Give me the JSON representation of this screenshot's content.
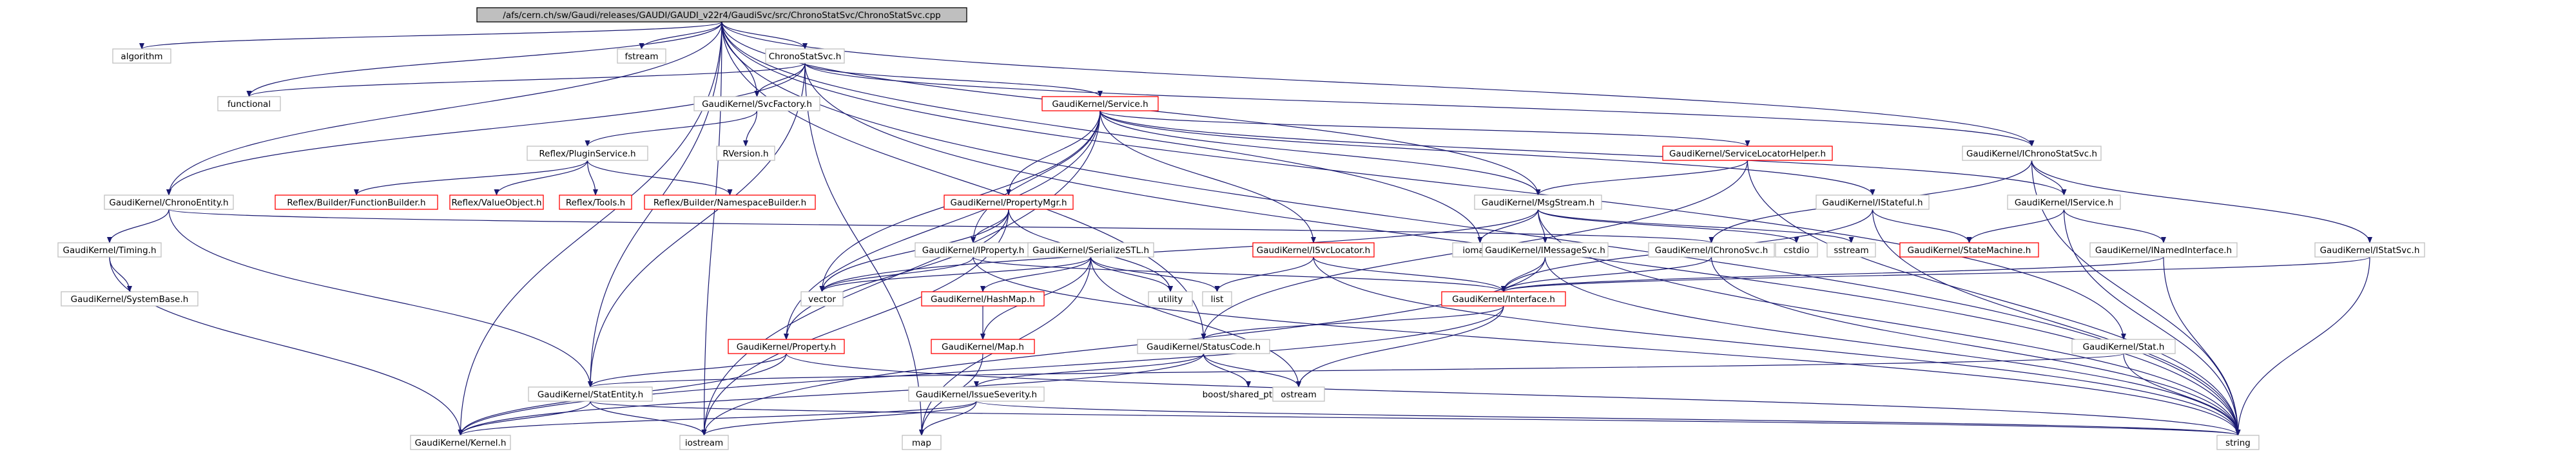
{
  "colors": {
    "edge": "#191970",
    "node_border": "#bfbfbf",
    "missing_border": "#ff0000",
    "root_fill": "#bfbfbf",
    "root_border": "#000000"
  },
  "nodes": [
    {
      "id": "root",
      "label": "/afs/cern.ch/sw/Gaudi/releases/GAUDI/GAUDI_v22r4/GaudiSvc/src/ChronoStatSvc/ChronoStatSvc.cpp",
      "kind": "root"
    },
    {
      "id": "algorithm",
      "label": "algorithm"
    },
    {
      "id": "fstream",
      "label": "fstream"
    },
    {
      "id": "chronostatsvc_h",
      "label": "ChronoStatSvc.h"
    },
    {
      "id": "functional",
      "label": "functional"
    },
    {
      "id": "svcfactory",
      "label": "GaudiKernel/SvcFactory.h"
    },
    {
      "id": "service",
      "label": "GaudiKernel/Service.h",
      "kind": "missing"
    },
    {
      "id": "slhelper",
      "label": "GaudiKernel/ServiceLocatorHelper.h",
      "kind": "missing"
    },
    {
      "id": "ichronostatsvc",
      "label": "GaudiKernel/IChronoStatSvc.h"
    },
    {
      "id": "pluginservice",
      "label": "Reflex/PluginService.h"
    },
    {
      "id": "rversion",
      "label": "RVersion.h"
    },
    {
      "id": "funcbuilder",
      "label": "Reflex/Builder/FunctionBuilder.h",
      "kind": "missing"
    },
    {
      "id": "valueobject",
      "label": "Reflex/ValueObject.h",
      "kind": "missing"
    },
    {
      "id": "reflextools",
      "label": "Reflex/Tools.h",
      "kind": "missing"
    },
    {
      "id": "nsbuilder",
      "label": "Reflex/Builder/NamespaceBuilder.h",
      "kind": "missing"
    },
    {
      "id": "chronoentity",
      "label": "GaudiKernel/ChronoEntity.h"
    },
    {
      "id": "propertymgr",
      "label": "GaudiKernel/PropertyMgr.h",
      "kind": "missing"
    },
    {
      "id": "msgstream",
      "label": "GaudiKernel/MsgStream.h"
    },
    {
      "id": "istateful",
      "label": "GaudiKernel/IStateful.h"
    },
    {
      "id": "iservice",
      "label": "GaudiKernel/IService.h"
    },
    {
      "id": "timing",
      "label": "GaudiKernel/Timing.h"
    },
    {
      "id": "iproperty",
      "label": "GaudiKernel/IProperty.h"
    },
    {
      "id": "serializestl",
      "label": "GaudiKernel/SerializeSTL.h"
    },
    {
      "id": "isvclocator",
      "label": "GaudiKernel/ISvcLocator.h",
      "kind": "missing"
    },
    {
      "id": "iomanip",
      "label": "iomanip"
    },
    {
      "id": "imessagesvc",
      "label": "GaudiKernel/IMessageSvc.h"
    },
    {
      "id": "ichronosvc",
      "label": "GaudiKernel/IChronoSvc.h"
    },
    {
      "id": "cstdio",
      "label": "cstdio"
    },
    {
      "id": "sstream",
      "label": "sstream"
    },
    {
      "id": "statemachine",
      "label": "GaudiKernel/StateMachine.h",
      "kind": "missing"
    },
    {
      "id": "inamedinterface",
      "label": "GaudiKernel/INamedInterface.h"
    },
    {
      "id": "istatsvc",
      "label": "GaudiKernel/IStatSvc.h"
    },
    {
      "id": "systembase",
      "label": "GaudiKernel/SystemBase.h"
    },
    {
      "id": "vector",
      "label": "vector"
    },
    {
      "id": "hashmap",
      "label": "GaudiKernel/HashMap.h",
      "kind": "missing"
    },
    {
      "id": "utility",
      "label": "utility"
    },
    {
      "id": "list",
      "label": "list"
    },
    {
      "id": "interface",
      "label": "GaudiKernel/Interface.h",
      "kind": "missing"
    },
    {
      "id": "gkmap",
      "label": "GaudiKernel/Map.h",
      "kind": "missing"
    },
    {
      "id": "property",
      "label": "GaudiKernel/Property.h",
      "kind": "missing"
    },
    {
      "id": "statuscode",
      "label": "GaudiKernel/StatusCode.h"
    },
    {
      "id": "stat",
      "label": "GaudiKernel/Stat.h"
    },
    {
      "id": "statentity",
      "label": "GaudiKernel/StatEntity.h"
    },
    {
      "id": "issueseverity",
      "label": "GaudiKernel/IssueSeverity.h"
    },
    {
      "id": "sharedptr",
      "label": "boost/shared_ptr.hpp",
      "kind": "plain"
    },
    {
      "id": "ostream",
      "label": "ostream"
    },
    {
      "id": "kernel",
      "label": "GaudiKernel/Kernel.h"
    },
    {
      "id": "iostream",
      "label": "iostream"
    },
    {
      "id": "map",
      "label": "map"
    },
    {
      "id": "string",
      "label": "string"
    }
  ],
  "edges": [
    [
      "root",
      "algorithm"
    ],
    [
      "root",
      "fstream"
    ],
    [
      "root",
      "chronostatsvc_h"
    ],
    [
      "root",
      "functional"
    ],
    [
      "root",
      "svcfactory"
    ],
    [
      "root",
      "ichronostatsvc"
    ],
    [
      "root",
      "iomanip"
    ],
    [
      "root",
      "msgstream"
    ],
    [
      "root",
      "statuscode"
    ],
    [
      "root",
      "chronoentity"
    ],
    [
      "root",
      "stat"
    ],
    [
      "root",
      "statentity"
    ],
    [
      "root",
      "kernel"
    ],
    [
      "root",
      "iostream"
    ],
    [
      "root",
      "string"
    ],
    [
      "chronostatsvc_h",
      "functional"
    ],
    [
      "chronostatsvc_h",
      "svcfactory"
    ],
    [
      "chronostatsvc_h",
      "service"
    ],
    [
      "chronostatsvc_h",
      "ichronostatsvc"
    ],
    [
      "chronostatsvc_h",
      "chronoentity"
    ],
    [
      "chronostatsvc_h",
      "statentity"
    ],
    [
      "chronostatsvc_h",
      "map"
    ],
    [
      "chronostatsvc_h",
      "string"
    ],
    [
      "svcfactory",
      "pluginservice"
    ],
    [
      "svcfactory",
      "rversion"
    ],
    [
      "pluginservice",
      "funcbuilder"
    ],
    [
      "pluginservice",
      "valueobject"
    ],
    [
      "pluginservice",
      "reflextools"
    ],
    [
      "pluginservice",
      "nsbuilder"
    ],
    [
      "service",
      "slhelper"
    ],
    [
      "service",
      "propertymgr"
    ],
    [
      "service",
      "iservice"
    ],
    [
      "service",
      "istateful"
    ],
    [
      "service",
      "isvclocator"
    ],
    [
      "service",
      "msgstream"
    ],
    [
      "service",
      "iproperty"
    ],
    [
      "service",
      "property"
    ],
    [
      "service",
      "vector"
    ],
    [
      "service",
      "iostream"
    ],
    [
      "slhelper",
      "msgstream"
    ],
    [
      "slhelper",
      "statuscode"
    ],
    [
      "slhelper",
      "string"
    ],
    [
      "ichronostatsvc",
      "iservice"
    ],
    [
      "ichronostatsvc",
      "ichronosvc"
    ],
    [
      "ichronostatsvc",
      "istatsvc"
    ],
    [
      "ichronostatsvc",
      "string"
    ],
    [
      "chronoentity",
      "timing"
    ],
    [
      "chronoentity",
      "statentity"
    ],
    [
      "chronoentity",
      "ichronosvc"
    ],
    [
      "timing",
      "systembase"
    ],
    [
      "timing",
      "kernel"
    ],
    [
      "propertymgr",
      "iproperty"
    ],
    [
      "propertymgr",
      "vector"
    ],
    [
      "propertymgr",
      "utility"
    ],
    [
      "propertymgr",
      "property"
    ],
    [
      "propertymgr",
      "iostream"
    ],
    [
      "msgstream",
      "imessagesvc"
    ],
    [
      "msgstream",
      "iomanip"
    ],
    [
      "msgstream",
      "vector"
    ],
    [
      "msgstream",
      "cstdio"
    ],
    [
      "msgstream",
      "sstream"
    ],
    [
      "msgstream",
      "string"
    ],
    [
      "istateful",
      "interface"
    ],
    [
      "istateful",
      "statemachine"
    ],
    [
      "istateful",
      "string"
    ],
    [
      "iservice",
      "inamedinterface"
    ],
    [
      "iservice",
      "statemachine"
    ],
    [
      "iservice",
      "string"
    ],
    [
      "iproperty",
      "interface"
    ],
    [
      "iproperty",
      "vector"
    ],
    [
      "iproperty",
      "string"
    ],
    [
      "serializestl",
      "vector"
    ],
    [
      "serializestl",
      "list"
    ],
    [
      "serializestl",
      "utility"
    ],
    [
      "serializestl",
      "hashmap"
    ],
    [
      "serializestl",
      "gkmap"
    ],
    [
      "serializestl",
      "map"
    ],
    [
      "serializestl",
      "ostream"
    ],
    [
      "isvclocator",
      "interface"
    ],
    [
      "isvclocator",
      "list"
    ],
    [
      "isvclocator",
      "string"
    ],
    [
      "imessagesvc",
      "interface"
    ],
    [
      "imessagesvc",
      "string"
    ],
    [
      "imessagesvc",
      "iostream"
    ],
    [
      "ichronosvc",
      "interface"
    ],
    [
      "ichronosvc",
      "string"
    ],
    [
      "inamedinterface",
      "interface"
    ],
    [
      "inamedinterface",
      "string"
    ],
    [
      "istatsvc",
      "interface"
    ],
    [
      "istatsvc",
      "string"
    ],
    [
      "hashmap",
      "gkmap"
    ],
    [
      "gkmap",
      "map"
    ],
    [
      "interface",
      "statuscode"
    ],
    [
      "interface",
      "ostream"
    ],
    [
      "interface",
      "kernel"
    ],
    [
      "property",
      "kernel"
    ],
    [
      "property",
      "string"
    ],
    [
      "property",
      "statentity"
    ],
    [
      "statuscode",
      "issueseverity"
    ],
    [
      "statuscode",
      "sharedptr"
    ],
    [
      "statuscode",
      "ostream"
    ],
    [
      "statuscode",
      "kernel"
    ],
    [
      "issueseverity",
      "map"
    ],
    [
      "issueseverity",
      "string"
    ],
    [
      "issueseverity",
      "iostream"
    ],
    [
      "issueseverity",
      "kernel"
    ],
    [
      "stat",
      "statentity"
    ],
    [
      "stat",
      "string"
    ],
    [
      "statentity",
      "kernel"
    ],
    [
      "statentity",
      "iostream"
    ],
    [
      "statentity",
      "string"
    ]
  ]
}
